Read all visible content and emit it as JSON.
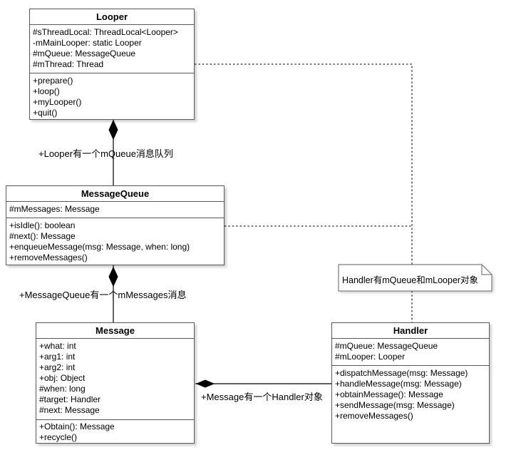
{
  "diagram": {
    "classes": {
      "looper": {
        "name": "Looper",
        "attributes": [
          "#sThreadLocal: ThreadLocal<Looper>",
          "-mMainLooper: static Looper",
          "#mQueue: MessageQueue",
          "#mThread: Thread"
        ],
        "methods": [
          "+prepare()",
          "+loop()",
          "+myLooper()",
          "+quit()"
        ]
      },
      "message_queue": {
        "name": "MessageQueue",
        "attributes": [
          "#mMessages: Message"
        ],
        "methods": [
          "+isIdle(): boolean",
          "#next(): Message",
          "+enqueueMessage(msg: Message, when: long)",
          "+removeMessages()"
        ]
      },
      "message": {
        "name": "Message",
        "attributes": [
          "+what: int",
          "+arg1: int",
          "+arg2: int",
          "+obj: Object",
          "#when: long",
          "#target: Handler",
          "#next: Message"
        ],
        "methods": [
          "+Obtain(): Message",
          "+recycle()"
        ]
      },
      "handler": {
        "name": "Handler",
        "attributes": [
          "#mQueue: MessageQueue",
          "#mLooper: Looper"
        ],
        "methods": [
          "+dispatchMessage(msg: Message)",
          "+handleMessage(msg: Message)",
          "+obtainMessage(): Message",
          "+sendMessage(msg: Message)",
          "+removeMessages()"
        ]
      }
    },
    "note": {
      "text": "Handler有mQueue和mLooper对象"
    },
    "edge_labels": {
      "looper_messagequeue": "+Looper有一个mQueue消息队列",
      "messagequeue_message": "+MessageQueue有一个mMessages消息",
      "message_handler": "+Message有一个Handler对象"
    },
    "colors": {
      "box_border": "#595959",
      "box_fill": "#ffffff",
      "dashed_line": "#666666",
      "solid_line": "#000000",
      "note_border": "#808080"
    }
  }
}
